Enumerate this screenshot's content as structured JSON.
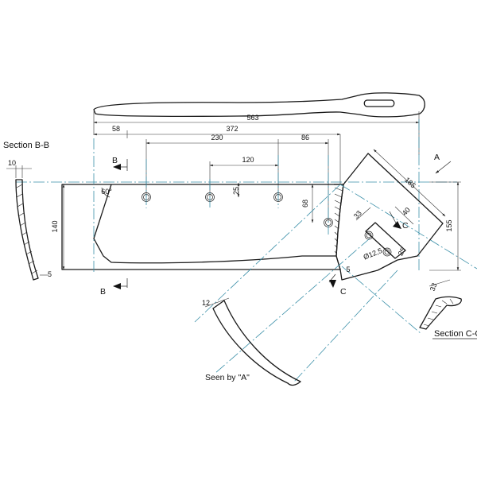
{
  "dimensions": {
    "overall": "563",
    "left_offset": "58",
    "hole_span_total": "372",
    "hole_outer_span": "230",
    "right_offset": "86",
    "hole_inner_span": "120",
    "hole_height": "25",
    "height": "140",
    "right_height": "68",
    "angle": "60°",
    "edge_top": "10",
    "edge_bottom": "5",
    "tip_width": "12",
    "side_height": "155",
    "diag": "185",
    "wing": "40",
    "slot": "33",
    "hole_dia": "Ø12,5",
    "hole_r": "25",
    "small": "5",
    "section_cc_dim": "33"
  },
  "labels": {
    "section_bb": "Section B-B",
    "section_cc": "Section C-C",
    "seen_by_a": "Seen by \"A\"",
    "marker_a": "A",
    "marker_b_top": "B",
    "marker_b_bottom": "B",
    "marker_c_upper": "C",
    "marker_c_lower": "C"
  }
}
